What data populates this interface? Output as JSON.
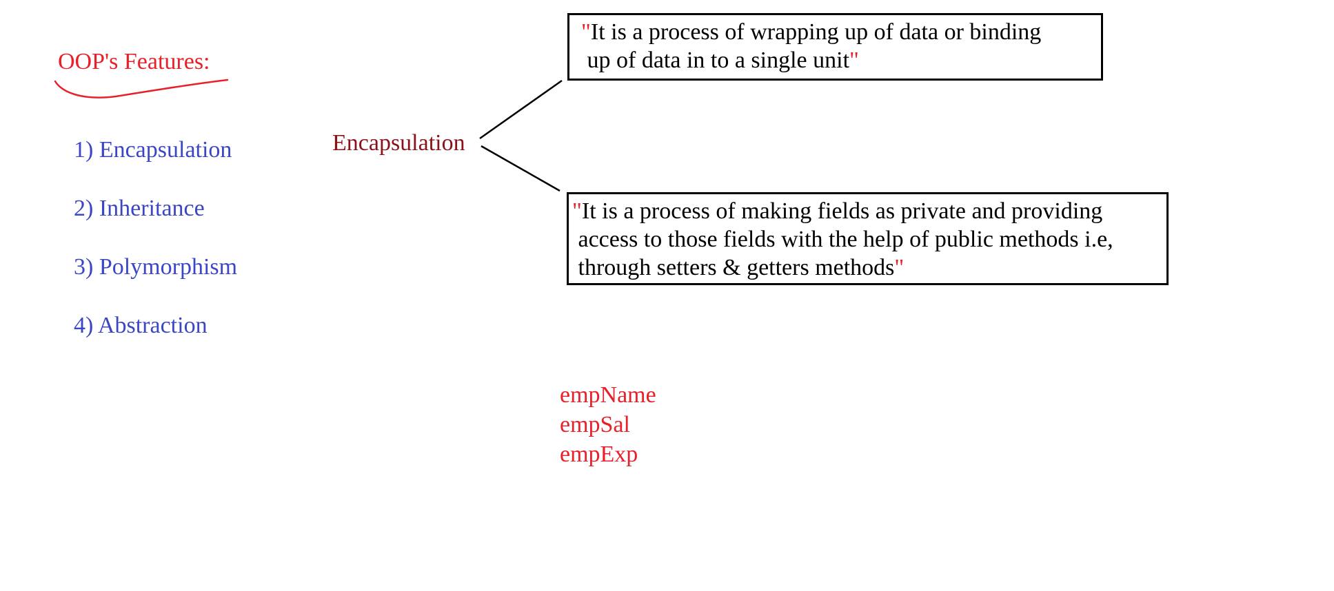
{
  "heading": "OOP's Features:",
  "features": [
    "1) Encapsulation",
    "2) Inheritance",
    "3) Polymorphism",
    "4) Abstraction"
  ],
  "concept": "Encapsulation",
  "definitions": [
    {
      "open_quote": "\"",
      "lines": [
        "It is a process of wrapping up of data or binding",
        " up of data in to a single unit"
      ],
      "close_quote": "\""
    },
    {
      "open_quote": "\"",
      "lines": [
        "It is a process of making fields as private and providing",
        " access to those fields with the help of public methods i.e,",
        " through setters & getters methods"
      ],
      "close_quote": "\""
    }
  ],
  "fields": [
    "empName",
    "empSal",
    "empExp"
  ],
  "colors": {
    "heading": "#e8202a",
    "features": "#3b46c4",
    "concept": "#8a1218",
    "quotes": "#e8202a",
    "fields": "#e8202a",
    "box_border": "#000000"
  }
}
